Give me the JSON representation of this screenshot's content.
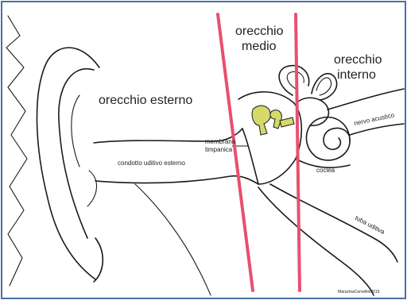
{
  "labels": {
    "outer_ear": "orecchio esterno",
    "middle_ear_1": "orecchio",
    "middle_ear_2": "medio",
    "inner_ear_1": "orecchio",
    "inner_ear_2": "interno",
    "ear_canal": "condotto uditivo esterno",
    "eardrum_1": "membrana",
    "eardrum_2": "timpanica",
    "nerve": "nervo acustico",
    "cochlea": "coclea",
    "tube": "tuba uditiva",
    "credit": "MaruzmaCervellini2016"
  },
  "colors": {
    "divider": "#e8506e",
    "ossicles": "#d4d96a",
    "frame": "#4a6fa5"
  }
}
